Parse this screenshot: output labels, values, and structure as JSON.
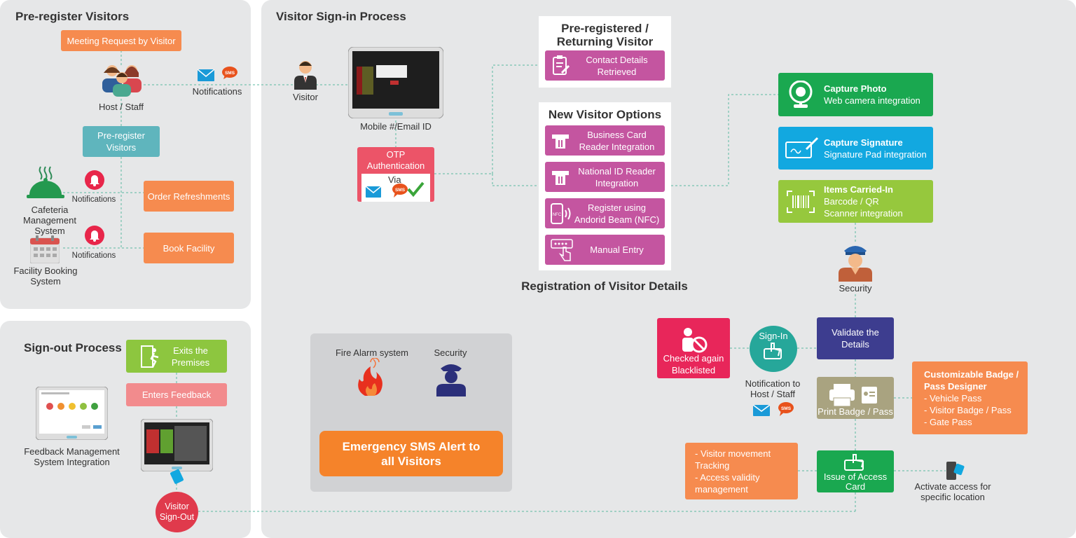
{
  "preregister": {
    "title": "Pre-register Visitors",
    "meeting_request": "Meeting Request by Visitor",
    "host_staff": "Host / Staff",
    "notifications": "Notifications",
    "preregister_box": "Pre-register Visitors",
    "order_refreshments": "Order Refreshments",
    "book_facility": "Book Facility",
    "notif_small_1": "Notifications",
    "notif_small_2": "Notifications",
    "cafeteria": "Cafeteria Management System",
    "facility_booking": "Facility Booking System"
  },
  "signin": {
    "title": "Visitor Sign-in Process",
    "visitor": "Visitor",
    "mobile_email": "Mobile #/Email ID",
    "otp": "OTP Authentication",
    "via": "Via",
    "sms": "SMS",
    "returning_title": "Pre-registered / Returning Visitor",
    "contact_details": "Contact Details Retrieved",
    "new_visitor_title": "New Visitor Options",
    "business_card": "Business Card Reader Integration",
    "national_id": "National ID Reader Integration",
    "nfc": "Register using Andorid Beam (NFC)",
    "nfc_tag": "NFC",
    "manual_entry": "Manual Entry",
    "registration_caption": "Registration of Visitor Details",
    "capture_photo_title": "Capture Photo",
    "capture_photo_sub": "Web camera integration",
    "capture_sig_title": "Capture Signature",
    "capture_sig_sub": "Signature Pad integration",
    "items_title": "Items Carried-In",
    "items_sub1": "Barcode / QR",
    "items_sub2": "Scanner integration",
    "security": "Security",
    "validate": "Validate the Details",
    "sign_in": "Sign-In",
    "notify_host": "Notification to Host / Staff",
    "blacklisted": "Checked again Blacklisted",
    "print_badge": "Print Badge / Pass",
    "badge_title": "Customizable Badge / Pass Designer",
    "badge_items": [
      "- Vehicle Pass",
      "- Visitor Badge / Pass",
      "- Gate Pass"
    ],
    "movement_items": [
      "- Visitor movement Tracking",
      "- Access validity management"
    ],
    "issue_card": "Issue of Access Card",
    "activate_access": "Activate access for specific location",
    "fire_alarm": "Fire Alarm system",
    "security2": "Security",
    "emergency": "Emergency SMS Alert to all Visitors"
  },
  "signout": {
    "title": "Sign-out Process",
    "exits": "Exits the Premises",
    "feedback": "Enters Feedback",
    "feedback_system": "Feedback Management System Integration",
    "visitor_signout": "Visitor Sign-Out"
  },
  "colors": {
    "panel": "#e6e7e8",
    "orange": "#f68b4f",
    "teal": "#5fb5bd",
    "magenta": "#c455a0",
    "green": "#1aa850",
    "blue": "#12a8e0",
    "lime": "#96c83d",
    "navy": "#3d3d8f",
    "connector": "#5ab8a0"
  }
}
